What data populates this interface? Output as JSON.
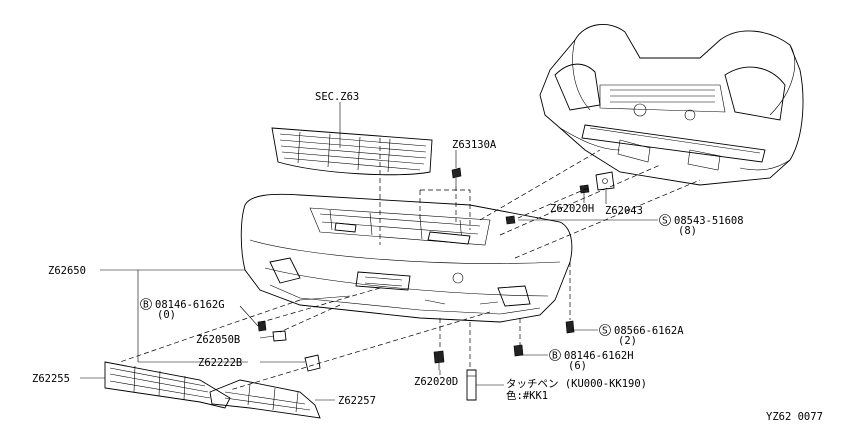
{
  "labels": {
    "sec": "SEC.Z63",
    "p63130a": "Z63130A",
    "p62020h": "Z62020H",
    "p62043": "Z62043",
    "p62650": "Z62650",
    "bolt1_num": "08543-51608",
    "bolt1_qty": "(8)",
    "bolt2_num": "08146-6162G",
    "bolt2_qty": "(0)",
    "p62050b": "Z62050B",
    "bolt3_num": "08566-6162A",
    "bolt3_qty": "(2)",
    "p62222b": "Z62222B",
    "bolt4_num": "08146-6162H",
    "bolt4_qty": "(6)",
    "p62255": "Z62255",
    "p62020d": "Z62020D",
    "touchup": "タッチペン (KU000-KK190)",
    "color": "色:#KK1",
    "p62257": "Z62257",
    "diagram_id": "YZ62 0077"
  },
  "symbols": {
    "s_circle": "S",
    "b_circle": "B"
  }
}
